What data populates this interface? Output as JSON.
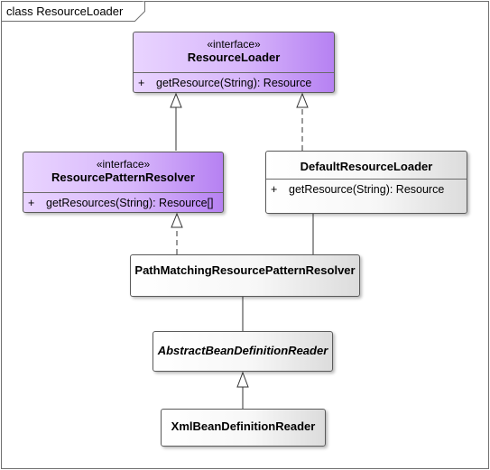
{
  "diagram": {
    "title": "class ResourceLoader",
    "classes": {
      "resource_loader": {
        "stereotype": "«interface»",
        "name": "ResourceLoader",
        "operations": [
          {
            "visibility": "+",
            "signature": "getResource(String): Resource"
          }
        ]
      },
      "resource_pattern_resolver": {
        "stereotype": "«interface»",
        "name": "ResourcePatternResolver",
        "operations": [
          {
            "visibility": "+",
            "signature": "getResources(String): Resource[]"
          }
        ]
      },
      "default_resource_loader": {
        "name": "DefaultResourceLoader",
        "operations": [
          {
            "visibility": "+",
            "signature": "getResource(String): Resource"
          }
        ]
      },
      "path_matching_resource_pattern_resolver": {
        "name": "PathMatchingResourcePatternResolver"
      },
      "abstract_bean_definition_reader": {
        "name": "AbstractBeanDefinitionReader"
      },
      "xml_bean_definition_reader": {
        "name": "XmlBeanDefinitionReader"
      }
    },
    "colors": {
      "interface_fill": "#d7b6fb",
      "class_fill": "#f7f7f7",
      "border": "#5a5a5a"
    }
  }
}
